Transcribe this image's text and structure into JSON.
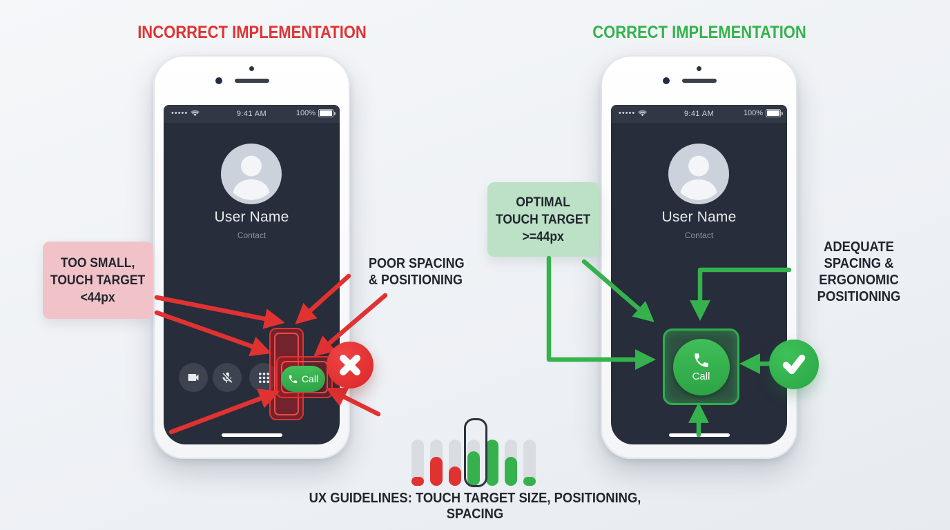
{
  "titles": {
    "incorrect": "INCORRECT IMPLEMENTATION",
    "correct": "CORRECT IMPLEMENTATION"
  },
  "phone": {
    "signal": "•••••",
    "time": "9:41 AM",
    "battery": "100%",
    "user_name": "User Name",
    "contact": "Contact",
    "call": "Call"
  },
  "annotations": {
    "too_small": {
      "lines": [
        "TOO SMALL,",
        "TOUCH TARGET",
        "<44px"
      ]
    },
    "poor_spacing": {
      "lines": [
        "POOR SPACING",
        "& POSITIONING"
      ]
    },
    "optimal": {
      "lines": [
        "OPTIMAL",
        "TOUCH TARGET",
        ">=44px"
      ]
    },
    "adequate": {
      "lines": [
        "ADEQUATE",
        "SPACING &",
        "ERGONOMIC",
        "POSITIONING"
      ]
    }
  },
  "footer": {
    "caption": "UX GUIDELINES: TOUCH TARGET SIZE, POSITIONING, SPACING"
  },
  "colors": {
    "bg": "#eef1f5",
    "red": "#e13232",
    "green": "#35b24d",
    "dark": "#20252e",
    "screen": "#272d3a",
    "statusbar": "#313744",
    "pink_box": "#f1c3c9",
    "green_box": "#bce1c6",
    "track": "#d9dce1",
    "btn_circle": "#3d4450",
    "avatar": "#ccd2db"
  },
  "chart_data": {
    "type": "bar",
    "values": [
      0.2,
      0.62,
      0.42,
      0.74,
      1.0,
      0.62,
      0.2
    ],
    "bar_colors": [
      "red",
      "red",
      "red",
      "green",
      "green",
      "green",
      "green"
    ],
    "highlight_index": 3
  }
}
